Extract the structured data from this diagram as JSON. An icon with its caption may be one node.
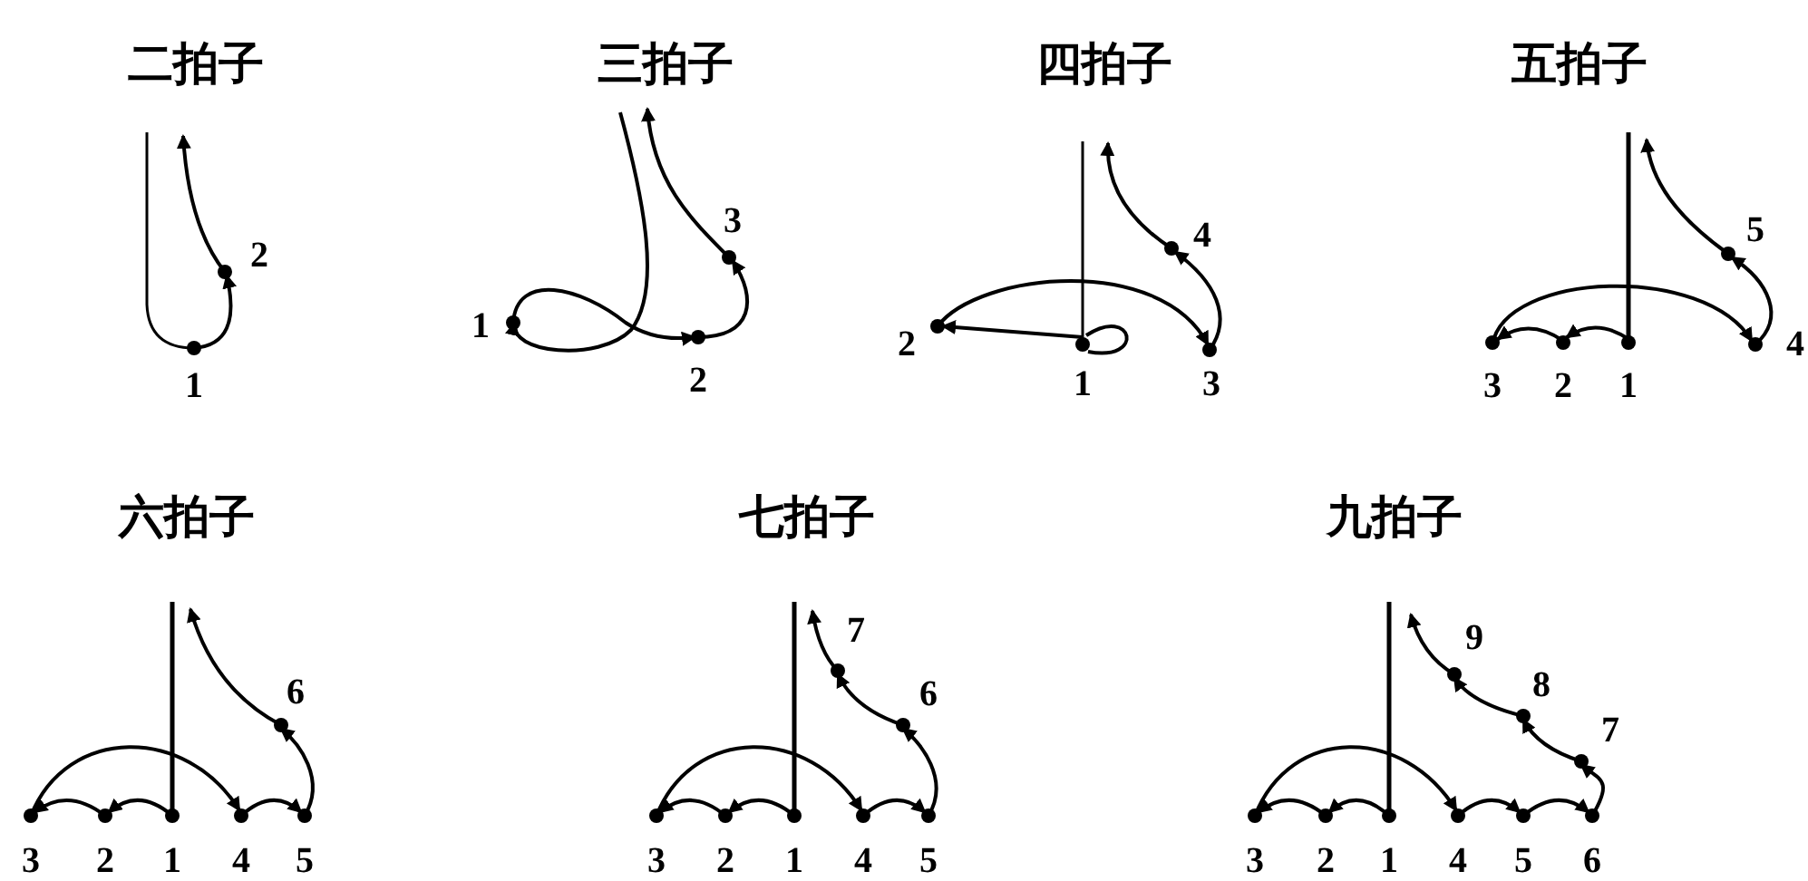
{
  "diagram": {
    "labels": [
      "二拍子",
      "1",
      "2",
      "三拍子",
      "1",
      "2",
      "3",
      "四拍子",
      "1",
      "2",
      "3",
      "4",
      "五拍子",
      "1",
      "2",
      "3",
      "4",
      "5",
      "六拍子",
      "1",
      "2",
      "3",
      "4",
      "5",
      "6",
      "七拍子",
      "1",
      "2",
      "3",
      "4",
      "5",
      "6",
      "7",
      "九拍子",
      "1",
      "2",
      "3",
      "4",
      "5",
      "6",
      "7",
      "8",
      "9"
    ]
  }
}
